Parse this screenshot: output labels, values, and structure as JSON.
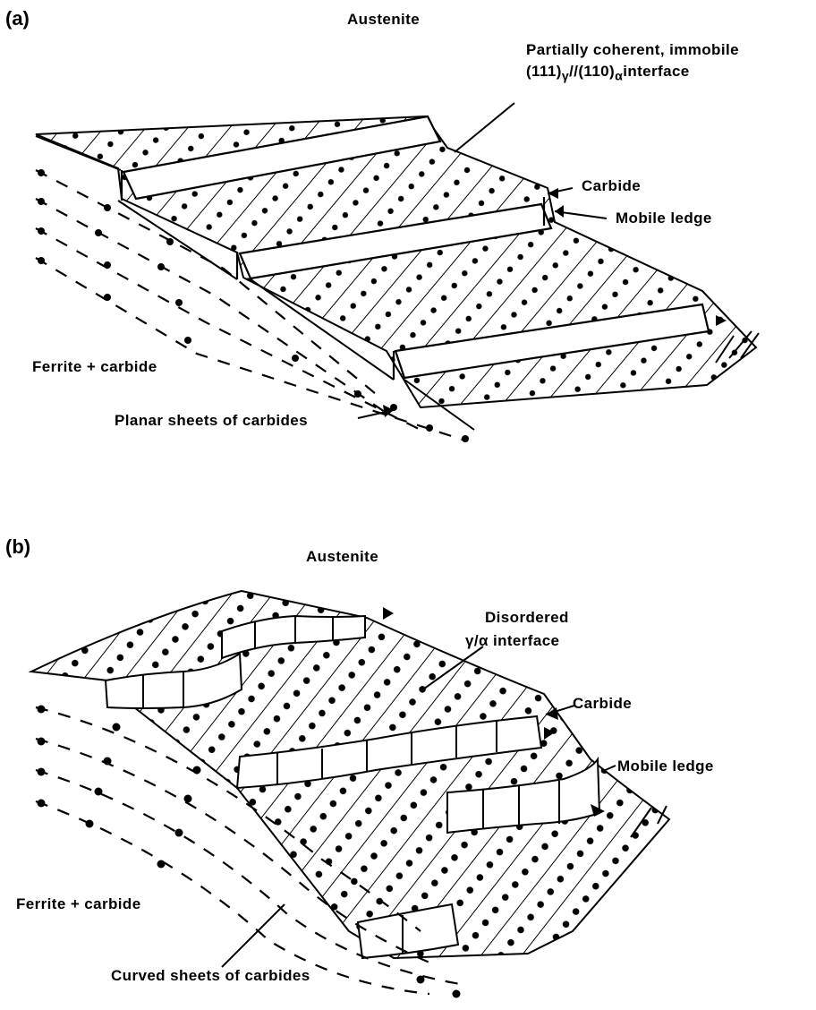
{
  "panel_a": {
    "id": "(a)",
    "austenite": "Austenite",
    "interface_line1": "Partially coherent, immobile",
    "interface_line2_prefix": "(111)",
    "interface_line2_sub1": "γ",
    "interface_line2_mid": "//(110)",
    "interface_line2_sub2": "α",
    "interface_line2_suffix": "interface",
    "carbide": "Carbide",
    "mobile_ledge": "Mobile ledge",
    "ferrite": "Ferrite + carbide",
    "sheets": "Planar sheets of carbides"
  },
  "panel_b": {
    "id": "(b)",
    "austenite": "Austenite",
    "interface_line1": "Disordered",
    "interface_line2": "γ/α interface",
    "carbide": "Carbide",
    "mobile_ledge": "Mobile ledge",
    "ferrite": "Ferrite + carbide",
    "sheets": "Curved sheets of carbides"
  },
  "colors": {
    "ink": "#000000",
    "background": "#ffffff"
  }
}
